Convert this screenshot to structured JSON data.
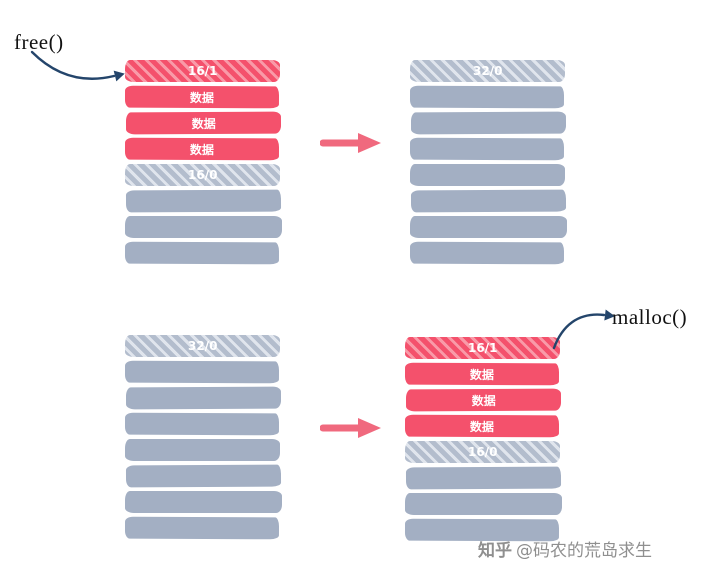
{
  "title_labels": {
    "free": "free()",
    "malloc": "malloc()"
  },
  "watermark": {
    "brand": "知乎",
    "handle": "@码农的荒岛求生"
  },
  "colors": {
    "block_red": "#f4516c",
    "block_red_stripe": "#f99aa8",
    "block_gray": "#a3afc3",
    "block_gray_hatch_base": "#b3bdcd",
    "block_gray_hatch_stripe": "#e0e5ed",
    "arrow_pink": "#f0697e",
    "arrow_navy": "#24456b",
    "block_text": "#ffffff"
  },
  "stacks": [
    {
      "id": "top-left",
      "description": "heap before free: allocated 16/1 block with data",
      "blocks": [
        {
          "type": "red-hatched",
          "label": "16/1"
        },
        {
          "type": "red",
          "label": "数据"
        },
        {
          "type": "red",
          "label": "数据"
        },
        {
          "type": "red",
          "label": "数据"
        },
        {
          "type": "gray-hatched",
          "label": "16/0"
        },
        {
          "type": "gray",
          "label": ""
        },
        {
          "type": "gray",
          "label": ""
        },
        {
          "type": "gray",
          "label": ""
        }
      ]
    },
    {
      "id": "top-right",
      "description": "heap after free: merged free block 32/0",
      "blocks": [
        {
          "type": "gray-hatched",
          "label": "32/0"
        },
        {
          "type": "gray",
          "label": ""
        },
        {
          "type": "gray",
          "label": ""
        },
        {
          "type": "gray",
          "label": ""
        },
        {
          "type": "gray",
          "label": ""
        },
        {
          "type": "gray",
          "label": ""
        },
        {
          "type": "gray",
          "label": ""
        },
        {
          "type": "gray",
          "label": ""
        }
      ]
    },
    {
      "id": "bottom-left",
      "description": "heap before malloc: free block 32/0",
      "blocks": [
        {
          "type": "gray-hatched",
          "label": "32/0"
        },
        {
          "type": "gray",
          "label": ""
        },
        {
          "type": "gray",
          "label": ""
        },
        {
          "type": "gray",
          "label": ""
        },
        {
          "type": "gray",
          "label": ""
        },
        {
          "type": "gray",
          "label": ""
        },
        {
          "type": "gray",
          "label": ""
        },
        {
          "type": "gray",
          "label": ""
        }
      ]
    },
    {
      "id": "bottom-right",
      "description": "heap after malloc: split into allocated 16/1 and free 16/0",
      "blocks": [
        {
          "type": "red-hatched",
          "label": "16/1"
        },
        {
          "type": "red",
          "label": "数据"
        },
        {
          "type": "red",
          "label": "数据"
        },
        {
          "type": "red",
          "label": "数据"
        },
        {
          "type": "gray-hatched",
          "label": "16/0"
        },
        {
          "type": "gray",
          "label": ""
        },
        {
          "type": "gray",
          "label": ""
        },
        {
          "type": "gray",
          "label": ""
        }
      ]
    }
  ]
}
